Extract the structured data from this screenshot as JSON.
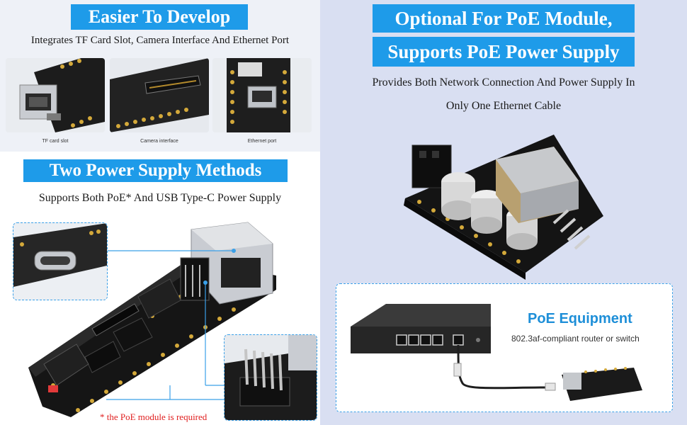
{
  "top_left": {
    "banner": "Easier To Develop",
    "subtitle": "Integrates TF Card Slot, Camera Interface And Ethernet Port",
    "tiles": [
      {
        "caption": "TF card slot"
      },
      {
        "caption": "Camera interface"
      },
      {
        "caption": "Ethernet port"
      }
    ]
  },
  "bottom_left": {
    "banner": "Two Power Supply Methods",
    "subtitle": "Supports Both PoE* And USB Type-C Power Supply",
    "note": "* the PoE module is required"
  },
  "right": {
    "banner_line1": "Optional For PoE Module,",
    "banner_line2": "Supports PoE Power Supply",
    "subtitle_line1": "Provides Both Network Connection And Power Supply In",
    "subtitle_line2": "Only One Ethernet Cable",
    "poe_title": "PoE Equipment",
    "poe_desc": "802.3af-compliant router or switch"
  },
  "colors": {
    "banner_blue": "#1e9be9",
    "accent_blue": "#1e8fd8",
    "note_red": "#e02020",
    "right_bg": "#d9dff2"
  }
}
